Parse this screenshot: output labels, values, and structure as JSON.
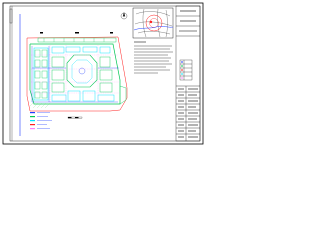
{
  "drawing": {
    "colors": {
      "frame": "#000000",
      "boundary": "#ff2020",
      "road": "#00c853",
      "pipe": "#1e3cff",
      "building": "#00e5ff",
      "grid": "#ff80ff",
      "hatch": "#7fd87f"
    },
    "notes_lines": 10,
    "legend_rows": 7,
    "title_block_rows": 9
  }
}
